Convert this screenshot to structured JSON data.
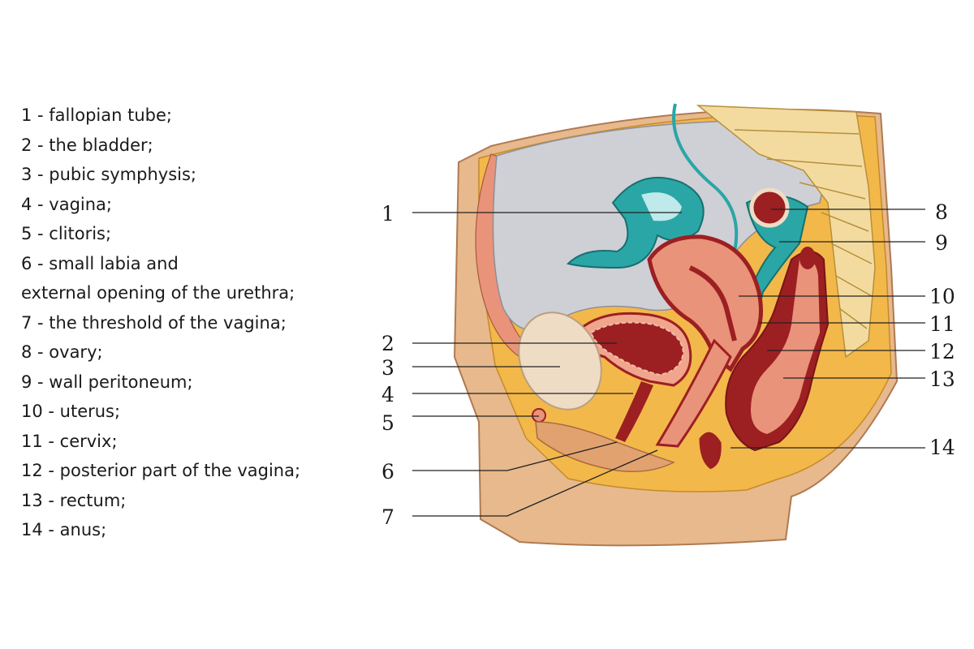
{
  "legend": {
    "items": [
      "1 - fallopian tube;",
      "2 - the bladder;",
      "3 - pubic symphysis;",
      "4 - vagina;",
      "5 - clitoris;",
      "6 - small labia and",
      "external opening of the urethra;",
      "7 - the threshold of the vagina;",
      "8 - ovary;",
      "9 - wall peritoneum;",
      "10 - uterus;",
      "11 - cervix;",
      "12 - posterior part of the vagina;",
      "13 - rectum;",
      "14 - anus;"
    ]
  },
  "callouts": {
    "n1": "1",
    "n2": "2",
    "n3": "3",
    "n4": "4",
    "n5": "5",
    "n6": "6",
    "n7": "7",
    "n8": "8",
    "n9": "9",
    "n10": "10",
    "n11": "11",
    "n12": "12",
    "n13": "13",
    "n14": "14"
  },
  "colors": {
    "skin": "#e7b98c",
    "fat": "#f3b84a",
    "cavity": "#cfcfd6",
    "spine": "#f3dba0",
    "peritoneum": "#2aa6a6",
    "muscle": "#e9937a",
    "organ_dark": "#9c1f22",
    "bone": "#efdcc5"
  }
}
